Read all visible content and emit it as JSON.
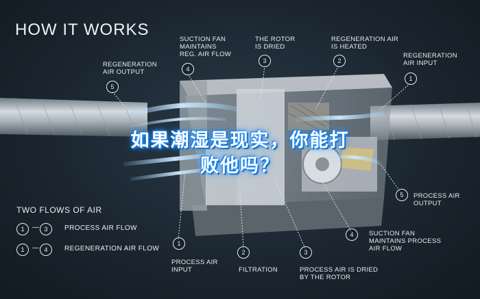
{
  "title": "HOW IT WORKS",
  "overlay": {
    "line1": "如果潮湿是现实，你能打",
    "line2": "败他吗？"
  },
  "callouts": {
    "regen_output": {
      "num": "5",
      "text": "REGENERATION\nAIR OUTPUT"
    },
    "suction_regen": {
      "num": "4",
      "text": "SUCTION FAN\nMAINTAINS\nREG. AIR FLOW"
    },
    "rotor_dried": {
      "num": "3",
      "text": "THE ROTOR\nIS DRIED"
    },
    "regen_heated": {
      "num": "2",
      "text": "REGENERATION AIR\nIS HEATED"
    },
    "regen_input": {
      "num": "1",
      "text": "REGENERATION\nAIR INPUT"
    },
    "process_output": {
      "num": "5",
      "text": "PROCESS AIR\nOUTPUT"
    },
    "suction_process": {
      "num": "4",
      "text": "SUCTION FAN\nMAINTAINS PROCESS\nAIR FLOW"
    },
    "process_input": {
      "num": "1",
      "text": "PROCESS AIR\nINPUT"
    },
    "filtration": {
      "num": "2",
      "text": "FILTRATION"
    },
    "process_dried": {
      "num": "3",
      "text": "PROCESS AIR IS DRIED\nBY THE ROTOR"
    }
  },
  "legend": {
    "title": "TWO FLOWS OF AIR",
    "rows": [
      {
        "from": "1",
        "to": "3",
        "label": "PROCESS AIR FLOW"
      },
      {
        "from": "1",
        "to": "4",
        "label": "REGENERATION AIR FLOW"
      }
    ]
  }
}
